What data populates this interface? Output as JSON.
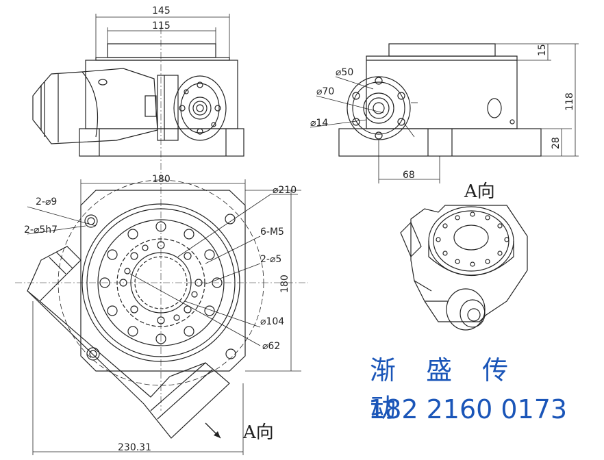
{
  "colors": {
    "line": "#222222",
    "brand": "#1a55b8"
  },
  "dims": {
    "top_w145": "145",
    "top_w115": "115",
    "side_h15": "15",
    "side_h118": "118",
    "side_h28": "28",
    "side_w68": "68",
    "side_d50": "⌀50",
    "side_d70": "⌀70",
    "side_d14": "⌀14",
    "plan_w180": "180",
    "plan_h180": "180",
    "plan_w230": "230.31",
    "plan_d210": "⌀210",
    "plan_6m5": "6-M5",
    "plan_2d5": "2-⌀5",
    "plan_d104": "⌀104",
    "plan_d62": "⌀62",
    "plan_2d9": "2-⌀9",
    "plan_2d5h7": "2-⌀5h7"
  },
  "views": {
    "a_dir_iso": "A向",
    "a_dir_plan": "A向"
  },
  "brand": {
    "name": "渐 盛 传 动",
    "phone": "182 2160 0173"
  }
}
